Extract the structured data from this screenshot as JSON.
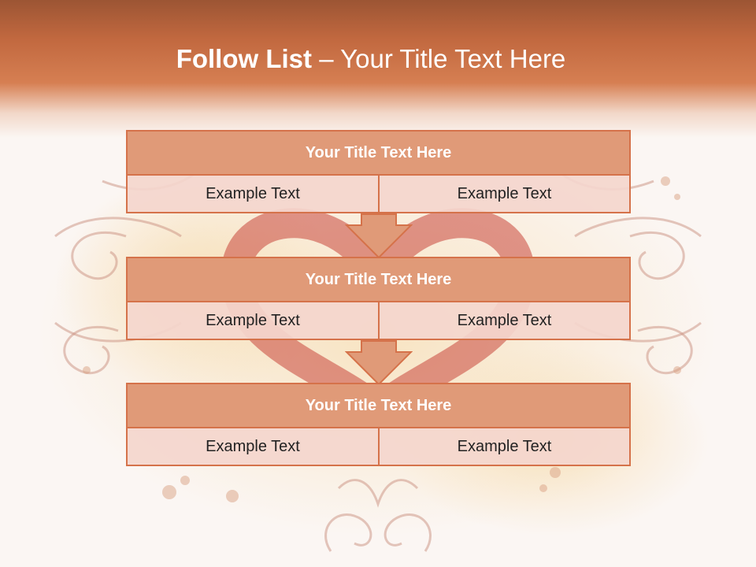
{
  "title": {
    "strong": "Follow List",
    "rest": " – Your Title Text Here"
  },
  "blocks": [
    {
      "heading": "Your Title Text Here",
      "left": "Example Text",
      "right": "Example Text"
    },
    {
      "heading": "Your Title Text Here",
      "left": "Example Text",
      "right": "Example Text"
    },
    {
      "heading": "Your Title Text Here",
      "left": "Example Text",
      "right": "Example Text"
    }
  ],
  "colors": {
    "header_dark": "#9c5534",
    "header_mid": "#d67f52",
    "box_fill": "#e09a78",
    "box_border": "#d5724a",
    "cell_fill": "#f4d6cd",
    "arrow_fill": "#e09a78",
    "background": "#fbf6f3"
  },
  "icons": [
    "heart-ornament",
    "flourish-ornament",
    "down-arrow-icon"
  ]
}
